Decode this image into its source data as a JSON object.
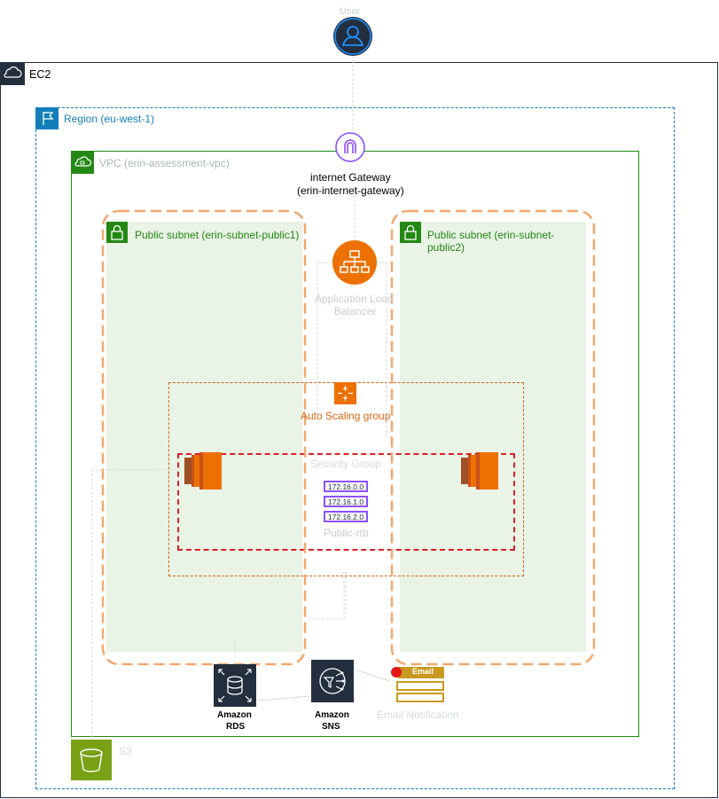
{
  "diagram": {
    "user_label": "User",
    "ec2_label": "EC2",
    "region_label": "Region (eu-west-1)",
    "vpc_label": "VPC (erin-assessment-vpc)",
    "igw_label_line1": "internet Gateway",
    "igw_label_line2": "(erin-internet-gateway)",
    "subnet1_label": "Public subnet (erin-subnet-public1)",
    "subnet2_label_line1": "Public subnet (erin-subnet-",
    "subnet2_label_line2": "public2)",
    "alb_label_line1": "Application Load",
    "alb_label_line2": "Balancer",
    "asg_label": "Auto Scaling group",
    "sg_label": "Security Group",
    "cidrs": [
      "172.16.0.0",
      "172.16.1.0",
      "172.16.2.0"
    ],
    "public_rtb_label": "Public-rtb",
    "rds_label_line1": "Amazon",
    "rds_label_line2": "RDS",
    "sns_label_line1": "Amazon",
    "sns_label_line2": "SNS",
    "email_icon_text": "Email",
    "email_label": "Email Notification",
    "s3_label": "S3"
  },
  "colors": {
    "ec2_border": "#232F3E",
    "region": "#147EBA",
    "vpc": "#248814",
    "subnet_fill": "#E9F3E6",
    "subnet_border": "#F2A86F",
    "orange": "#ED7100",
    "asg": "#D86613",
    "security_group": "#DD1F26",
    "route_table": "#8C4FFF",
    "igw": "#8C4FFF",
    "rds": "#232F3E",
    "s3": "#7AA116",
    "faint_text": "#C8CCD1"
  }
}
